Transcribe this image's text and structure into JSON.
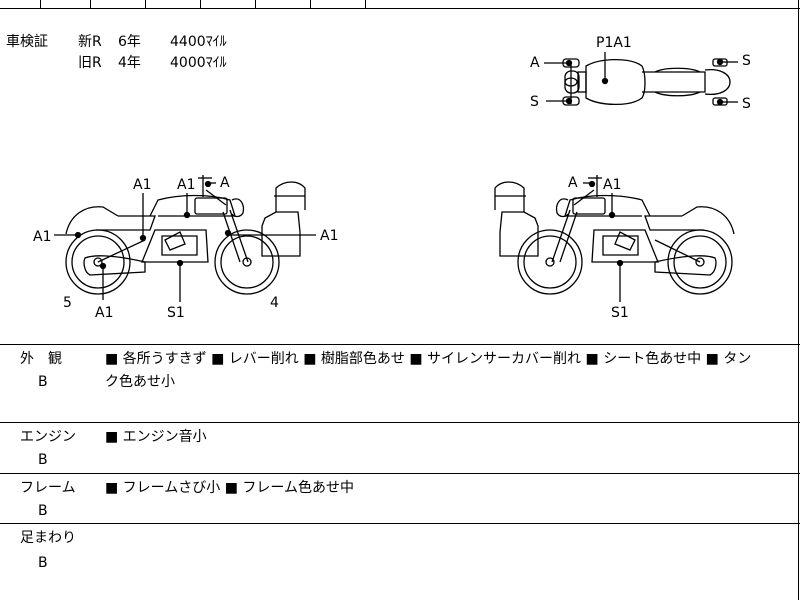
{
  "shaken": {
    "label": "車検証",
    "new_row": {
      "kind": "新R",
      "years": "6年",
      "mileage": "4400ﾏｲﾙ"
    },
    "old_row": {
      "kind": "旧R",
      "years": "4年",
      "mileage": "4000ﾏｲﾙ"
    }
  },
  "diagram": {
    "top_view": {
      "p1a1": "P1A1",
      "a": "A",
      "s_left": "S",
      "s_right_top": "S",
      "s_right_bottom": "S"
    },
    "left_view": {
      "a1_left": "A1",
      "a1_frame": "A1",
      "a1_tank": "A1",
      "a_top": "A",
      "a1_right": "A1",
      "five": "5",
      "a1_bottom": "A1",
      "s1": "S1",
      "four": "4"
    },
    "right_view": {
      "a": "A",
      "a1": "A1",
      "s1": "S1"
    }
  },
  "conditions": [
    {
      "category": "外　観",
      "grade": "B",
      "notes_line1": "■ 各所うすきず ■ レバー削れ ■ 樹脂部色あせ ■ サイレンサーカバー削れ ■ シート色あせ中 ■ タン",
      "notes_line2": "ク色あせ小"
    },
    {
      "category": "エンジン",
      "grade": "B",
      "notes_line1": "■ エンジン音小"
    },
    {
      "category": "フレーム",
      "grade": "B",
      "notes_line1": "■ フレームさび小 ■ フレーム色あせ中"
    },
    {
      "category": "足まわり",
      "grade": "B",
      "notes_line1": ""
    }
  ]
}
